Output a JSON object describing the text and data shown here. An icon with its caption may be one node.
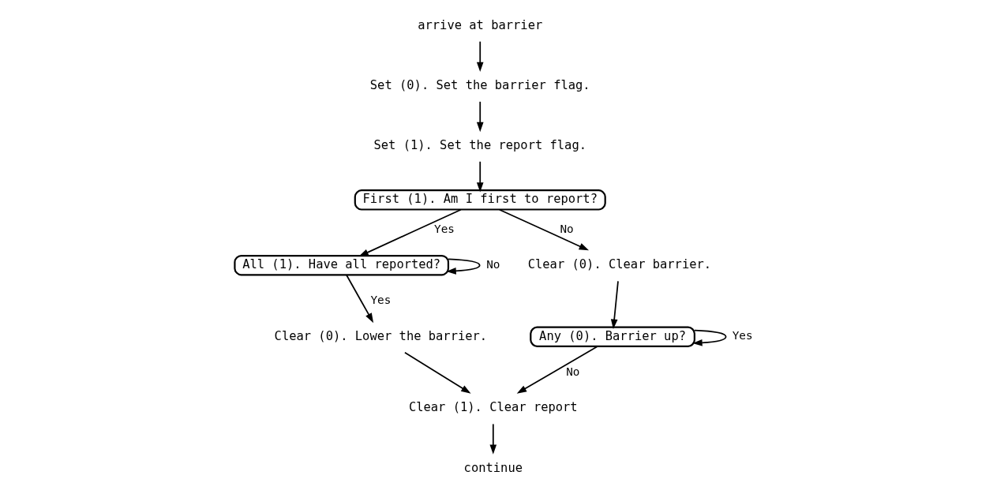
{
  "diagram": {
    "nodes": [
      {
        "text": [
          "arrive at barrier"
        ]
      },
      {
        "text": [
          "Set (0). Set the barrier flag."
        ]
      },
      {
        "text": [
          "Set (1). Set the report flag."
        ]
      },
      {
        "text": [
          "First (1). Am I first to report?"
        ]
      },
      {
        "text": [
          "All (1). Have all reported?"
        ]
      },
      {
        "text": [
          "Clear (0). Clear barrier."
        ]
      },
      {
        "text": [
          "Any (0). Barrier up?"
        ]
      },
      {
        "text": [
          "Clear (0). Lower the barrier."
        ]
      },
      {
        "text": [
          "Clear (1). Clear report"
        ]
      },
      {
        "text": [
          "continue"
        ]
      }
    ],
    "edges": [
      {
        "from": 0,
        "to": 1,
        "arrow": "to"
      },
      {
        "from": 1,
        "to": 2,
        "arrow": "to"
      },
      {
        "from": 2,
        "to": 3,
        "arrow": "to"
      },
      {
        "from": 3,
        "to": 4,
        "arrow": "to",
        "label": "Yes"
      },
      {
        "from": 3,
        "to": 5,
        "arrow": "to",
        "label": "No"
      },
      {
        "from": 4,
        "to": 4,
        "arrow": "to",
        "label": "No"
      },
      {
        "from": 4,
        "to": 7,
        "arrow": "to",
        "label": "Yes"
      },
      {
        "from": 5,
        "to": 6,
        "arrow": "to"
      },
      {
        "from": 6,
        "to": 6,
        "arrow": "to",
        "label": "Yes"
      },
      {
        "from": 6,
        "to": 8,
        "arrow": "to",
        "label": "No"
      },
      {
        "from": 7,
        "to": 8,
        "arrow": "to"
      },
      {
        "from": 8,
        "to": 9,
        "arrow": "to"
      }
    ]
  }
}
